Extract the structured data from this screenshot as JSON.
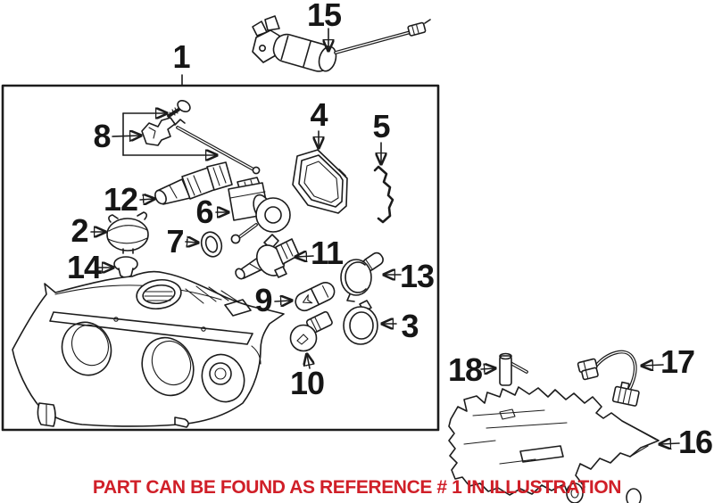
{
  "diagram": {
    "kind": "exploded-parts-illustration",
    "background": "#ffffff"
  },
  "colors": {
    "line": "#1c1c1c",
    "note_red": "#d01f28"
  },
  "callouts": [
    {
      "num": "1"
    },
    {
      "num": "2"
    },
    {
      "num": "3"
    },
    {
      "num": "4"
    },
    {
      "num": "5"
    },
    {
      "num": "6"
    },
    {
      "num": "7"
    },
    {
      "num": "8"
    },
    {
      "num": "9"
    },
    {
      "num": "10"
    },
    {
      "num": "11"
    },
    {
      "num": "12"
    },
    {
      "num": "13"
    },
    {
      "num": "14"
    },
    {
      "num": "15"
    },
    {
      "num": "16"
    },
    {
      "num": "17"
    },
    {
      "num": "18"
    }
  ],
  "footer": {
    "note": "PART CAN BE FOUND AS REFERENCE # 1 IN ILLUSTRATION"
  }
}
